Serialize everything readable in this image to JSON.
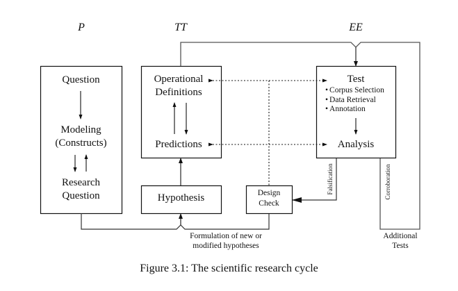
{
  "column_headers": {
    "p": "P",
    "tt": "TT",
    "ee": "EE"
  },
  "box_p": {
    "question": "Question",
    "modeling": "Modeling",
    "constructs": "(Constructs)",
    "research": "Research",
    "research_question": "Question"
  },
  "box_tt": {
    "operational": "Operational",
    "definitions": "Definitions",
    "predictions": "Predictions"
  },
  "hypothesis": "Hypothesis",
  "design_check": {
    "line1": "Design",
    "line2": "Check"
  },
  "box_ee": {
    "test": "Test",
    "bullets": [
      "Corpus Selection",
      "Data Retrieval",
      "Annotation"
    ],
    "analysis": "Analysis"
  },
  "edge_labels": {
    "falsification": "Falsification",
    "corroboration": "Corroboration",
    "additional_line1": "Additional",
    "additional_line2": "Tests",
    "formulation_line1": "Formulation of new or",
    "formulation_line2": "modified hypotheses"
  },
  "caption": "Figure 3.1: The scientific research cycle",
  "colors": {
    "stroke": "#111111",
    "gray_line": "#666666"
  }
}
